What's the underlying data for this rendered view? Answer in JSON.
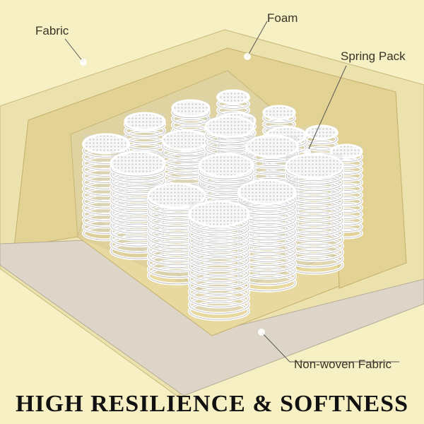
{
  "labels": {
    "fabric": "Fabric",
    "foam": "Foam",
    "spring_pack": "Spring Pack",
    "non_woven_fabric": "Non-woven Fabric"
  },
  "headline": "HIGH RESILIENCE & SOFTNESS",
  "colors": {
    "background": "#f7f0c4",
    "fabric_cover": "#ece2ad",
    "foam": "#e8d9a0",
    "non_woven": "#ddd5c7",
    "spring": "#ffffff",
    "leader_line": "#555555",
    "headline": "#111111"
  }
}
